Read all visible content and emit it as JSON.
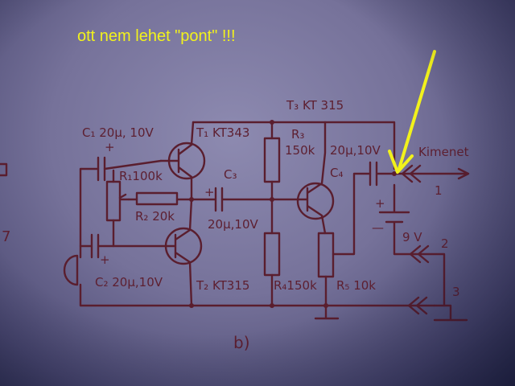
{
  "annotation": {
    "text": "ott nem lehet \"pont\" !!!",
    "arrow_color": "#f2f21c"
  },
  "components": {
    "t3": "T₃ KT 315",
    "c1": "C₁ 20µ, 10V",
    "t1": "T₁ KT343",
    "r3_name": "R₃",
    "r3_value": "150k",
    "cap_out": "20µ,10V",
    "c4": "C₄",
    "output": "Kimenet",
    "r1": "R₁100k",
    "c3": "C₃",
    "r2": "R₂ 20k",
    "c3_value": "20µ,10V",
    "battery": "9 V",
    "c2": "C₂ 20µ,10V",
    "t2": "T₂ KT315",
    "r4": "R₄150k",
    "r5": "R₅ 10k"
  },
  "terminals": [
    "1",
    "2",
    "3"
  ],
  "plus_sign": "+",
  "minus_sign": "—",
  "figure_label": "b)",
  "margin_marks": [
    "7"
  ],
  "colors": {
    "ink": "#5a1e2e",
    "annotation": "#f2f21c",
    "paper": "#76729a"
  }
}
